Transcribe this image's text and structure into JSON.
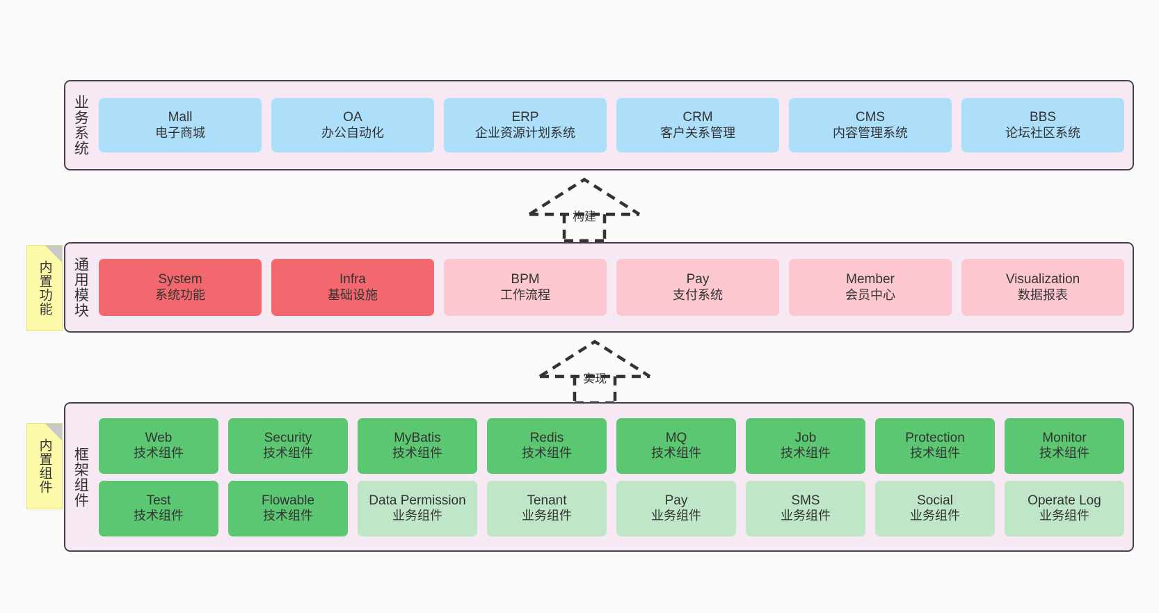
{
  "diagram": {
    "background_color": "#fafafa",
    "container_fill": "#f7e9f3",
    "container_border": "#4a3f4d",
    "sticky_fill": "#fcfaa8",
    "fold_color": "#c9c9c9"
  },
  "layers": [
    {
      "id": "business",
      "side_title": "业务系统",
      "sticky": null,
      "rows": [
        {
          "cells": [
            {
              "en": "Mall",
              "cn": "电子商城",
              "tone": "blue"
            },
            {
              "en": "OA",
              "cn": "办公自动化",
              "tone": "blue"
            },
            {
              "en": "ERP",
              "cn": "企业资源计划系统",
              "tone": "blue"
            },
            {
              "en": "CRM",
              "cn": "客户关系管理",
              "tone": "blue"
            },
            {
              "en": "CMS",
              "cn": "内容管理系统",
              "tone": "blue"
            },
            {
              "en": "BBS",
              "cn": "论坛社区系统",
              "tone": "blue"
            }
          ]
        }
      ]
    },
    {
      "id": "common",
      "side_title": "通用模块",
      "sticky": "内置功能",
      "rows": [
        {
          "cells": [
            {
              "en": "System",
              "cn": "系统功能",
              "tone": "red"
            },
            {
              "en": "Infra",
              "cn": "基础设施",
              "tone": "red"
            },
            {
              "en": "BPM",
              "cn": "工作流程",
              "tone": "pink"
            },
            {
              "en": "Pay",
              "cn": "支付系统",
              "tone": "pink"
            },
            {
              "en": "Member",
              "cn": "会员中心",
              "tone": "pink"
            },
            {
              "en": "Visualization",
              "cn": "数据报表",
              "tone": "pink"
            }
          ]
        }
      ]
    },
    {
      "id": "framework",
      "side_title": "框架组件",
      "sticky": "内置组件",
      "rows": [
        {
          "cells": [
            {
              "en": "Web",
              "cn": "技术组件",
              "tone": "green"
            },
            {
              "en": "Security",
              "cn": "技术组件",
              "tone": "green"
            },
            {
              "en": "MyBatis",
              "cn": "技术组件",
              "tone": "green"
            },
            {
              "en": "Redis",
              "cn": "技术组件",
              "tone": "green"
            },
            {
              "en": "MQ",
              "cn": "技术组件",
              "tone": "green"
            },
            {
              "en": "Job",
              "cn": "技术组件",
              "tone": "green"
            },
            {
              "en": "Protection",
              "cn": "技术组件",
              "tone": "green"
            },
            {
              "en": "Monitor",
              "cn": "技术组件",
              "tone": "green"
            }
          ]
        },
        {
          "cells": [
            {
              "en": "Test",
              "cn": "技术组件",
              "tone": "green"
            },
            {
              "en": "Flowable",
              "cn": "技术组件",
              "tone": "green"
            },
            {
              "en": "Data Permission",
              "cn": "业务组件",
              "tone": "light-green"
            },
            {
              "en": "Tenant",
              "cn": "业务组件",
              "tone": "light-green"
            },
            {
              "en": "Pay",
              "cn": "业务组件",
              "tone": "light-green"
            },
            {
              "en": "SMS",
              "cn": "业务组件",
              "tone": "light-green"
            },
            {
              "en": "Social",
              "cn": "业务组件",
              "tone": "light-green"
            },
            {
              "en": "Operate Log",
              "cn": "业务组件",
              "tone": "light-green"
            }
          ]
        }
      ]
    }
  ],
  "connectors": [
    {
      "id": "build",
      "label": "构建",
      "style": "dashed-hollow-arrow",
      "direction": "up"
    },
    {
      "id": "impl",
      "label": "实现",
      "style": "dashed-hollow-arrow",
      "direction": "up"
    }
  ],
  "palette": {
    "blue": "#addffb",
    "red": "#f2686e",
    "pink": "#fcc7ce",
    "green": "#5cc772",
    "light-green": "#bfe7c7"
  }
}
